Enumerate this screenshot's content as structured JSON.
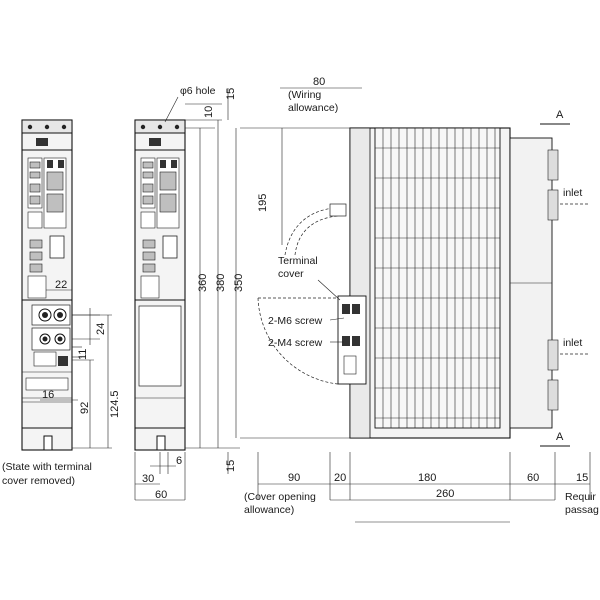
{
  "labels": {
    "hole": "φ6 hole",
    "wiring_1": "(Wiring",
    "wiring_2": "allowance)",
    "terminal_1": "Terminal",
    "terminal_2": "cover",
    "screw_m6": "2-M6 screw",
    "screw_m4": "2-M4 screw",
    "state_1": "(State with terminal",
    "state_2": "cover removed)",
    "cover_open_1": "(Cover opening",
    "cover_open_2": "allowance)",
    "inlet_top": "inlet",
    "inlet_bottom": "inlet",
    "section_top": "A",
    "section_bottom": "A",
    "required_1": "Requir",
    "required_2": "passag"
  },
  "dimensions": {
    "d80": "80",
    "d15_top": "15",
    "d10": "10",
    "d195": "195",
    "d360": "360",
    "d380": "380",
    "d350": "350",
    "d22": "22",
    "d24": "24",
    "d11": "11",
    "d124_5": "124.5",
    "d92": "92",
    "d16": "16",
    "d6": "6",
    "d30": "30",
    "d60_left": "60",
    "d15_bottom": "15",
    "d90": "90",
    "d20": "20",
    "d180": "180",
    "d60_right": "60",
    "d15_right": "15",
    "d260": "260"
  }
}
